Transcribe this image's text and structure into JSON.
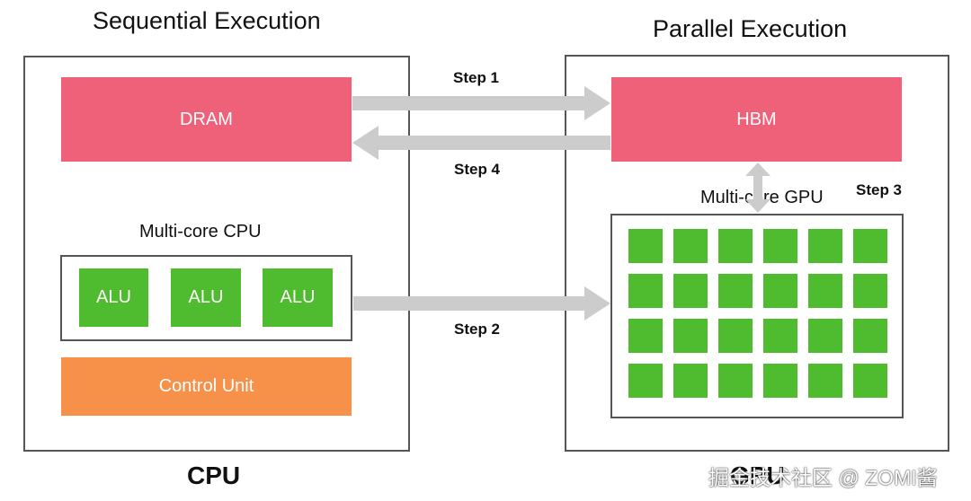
{
  "titles": {
    "left": "Sequential Execution",
    "right": "Parallel Execution"
  },
  "cpu": {
    "dram_label": "DRAM",
    "multicore_label": "Multi-core CPU",
    "alus": [
      "ALU",
      "ALU",
      "ALU"
    ],
    "control_unit_label": "Control Unit",
    "bottom_label": "CPU"
  },
  "gpu": {
    "hbm_label": "HBM",
    "multicore_label": "Multi-core GPU",
    "core_rows": 4,
    "core_columns": 6,
    "bottom_label": "GPU"
  },
  "steps": {
    "step1": "Step 1",
    "step2": "Step 2",
    "step3": "Step 3",
    "step4": "Step 4"
  },
  "watermark": "掘金技术社区 @ ZOMI酱",
  "colors": {
    "memory": "#ef6178",
    "alu": "#4fbb2e",
    "control_unit": "#f7914a",
    "arrow": "#cccccc",
    "border": "#555555"
  }
}
